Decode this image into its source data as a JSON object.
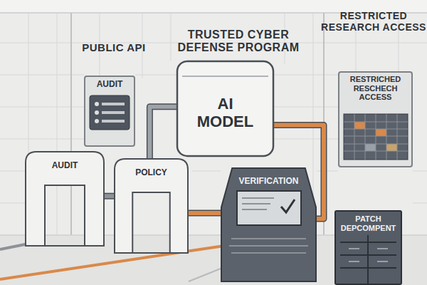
{
  "diagram": {
    "nodes": [
      {
        "text": [
          "AUDIT"
        ]
      },
      {
        "text": [
          "AI MODEL"
        ]
      },
      {
        "text": [
          "RESTRICHED RESCHECH ACCESS"
        ]
      },
      {
        "text": [
          "AUDIT"
        ]
      },
      {
        "text": [
          "POLICY"
        ]
      },
      {
        "text": [
          "VERIFICATION"
        ]
      },
      {
        "text": [
          "PATCH DEPCOMPENT"
        ]
      }
    ],
    "edges": [
      {
        "from": 4,
        "to": 1,
        "arrow": "none"
      },
      {
        "from": 1,
        "to": 5,
        "arrow": "none"
      },
      {
        "from": 4,
        "to": 5,
        "arrow": "none"
      },
      {
        "from": 3,
        "to": 4,
        "arrow": "none"
      }
    ],
    "labels": [
      "PUBLIC API",
      "TRUSTED CYBER DEFENSE PROGRAM",
      "RESTRICTED RESEARCH ACCESS"
    ]
  }
}
